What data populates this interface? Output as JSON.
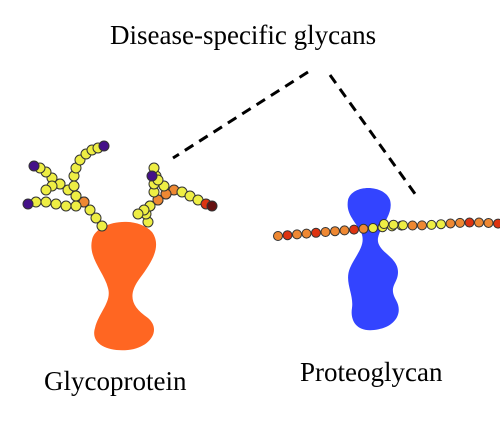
{
  "title": "Disease-specific glycans",
  "labels": {
    "glycoprotein": "Glycoprotein",
    "proteoglycan": "Proteoglycan"
  },
  "colors": {
    "glycoprotein_body": "#ff6622",
    "proteoglycan_body": "#3344ff",
    "bead_yellow": "#eeee44",
    "bead_orange": "#ee8833",
    "bead_red": "#dd3311",
    "bead_purple": "#441188",
    "bead_dark_red": "#661111",
    "bead_stroke": "#333333",
    "connector": "#000000"
  }
}
